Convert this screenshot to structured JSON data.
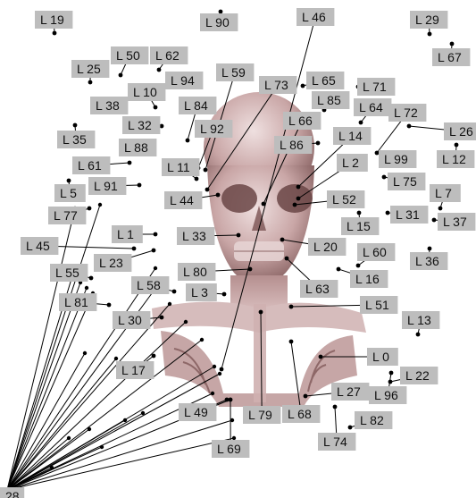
{
  "colors": {
    "background": "#ffffff",
    "label_fill": "#bdbdbd",
    "label_text": "#111111",
    "line": "#000000",
    "skull": "#c9a6a6"
  },
  "image": {
    "name": "ct-head-neck-volume-rendering",
    "icon": "skull-skeleton-render"
  },
  "labels": [
    {
      "id": "L0",
      "text": "L 0"
    },
    {
      "id": "L1",
      "text": "L 1"
    },
    {
      "id": "L2",
      "text": "L 2"
    },
    {
      "id": "L3",
      "text": "L 3"
    },
    {
      "id": "L5",
      "text": "L 5"
    },
    {
      "id": "L7",
      "text": "L 7"
    },
    {
      "id": "L10",
      "text": "L 10"
    },
    {
      "id": "L11",
      "text": "L 11"
    },
    {
      "id": "L12",
      "text": "L 12"
    },
    {
      "id": "L13",
      "text": "L 13"
    },
    {
      "id": "L14",
      "text": "L 14"
    },
    {
      "id": "L15",
      "text": "L 15"
    },
    {
      "id": "L16",
      "text": "L 16"
    },
    {
      "id": "L17",
      "text": "L 17"
    },
    {
      "id": "L19",
      "text": "L 19"
    },
    {
      "id": "L20",
      "text": "L 20"
    },
    {
      "id": "L22",
      "text": "L 22"
    },
    {
      "id": "L23",
      "text": "L 23"
    },
    {
      "id": "L25",
      "text": "L 25"
    },
    {
      "id": "L26",
      "text": "L 26"
    },
    {
      "id": "L27",
      "text": "L 27"
    },
    {
      "id": "L28",
      "text": "28"
    },
    {
      "id": "L29",
      "text": "L 29"
    },
    {
      "id": "L30",
      "text": "L 30"
    },
    {
      "id": "L31",
      "text": "L 31"
    },
    {
      "id": "L32",
      "text": "L 32"
    },
    {
      "id": "L33",
      "text": "L 33"
    },
    {
      "id": "L35",
      "text": "L 35"
    },
    {
      "id": "L36",
      "text": "L 36"
    },
    {
      "id": "L37",
      "text": "L 37"
    },
    {
      "id": "L38",
      "text": "L 38"
    },
    {
      "id": "L44",
      "text": "L 44"
    },
    {
      "id": "L45",
      "text": "L 45"
    },
    {
      "id": "L46",
      "text": "L 46"
    },
    {
      "id": "L49",
      "text": "L 49"
    },
    {
      "id": "L50",
      "text": "L 50"
    },
    {
      "id": "L51",
      "text": "L 51"
    },
    {
      "id": "L52",
      "text": "L 52"
    },
    {
      "id": "L55",
      "text": "L 55"
    },
    {
      "id": "L58",
      "text": "L 58"
    },
    {
      "id": "L59",
      "text": "L 59"
    },
    {
      "id": "L60",
      "text": "L 60"
    },
    {
      "id": "L61",
      "text": "L 61"
    },
    {
      "id": "L62",
      "text": "L 62"
    },
    {
      "id": "L63",
      "text": "L 63"
    },
    {
      "id": "L64",
      "text": "L 64"
    },
    {
      "id": "L65",
      "text": "L 65"
    },
    {
      "id": "L66",
      "text": "L 66"
    },
    {
      "id": "L67",
      "text": "L 67"
    },
    {
      "id": "L68",
      "text": "L 68"
    },
    {
      "id": "L69",
      "text": "L 69"
    },
    {
      "id": "L71",
      "text": "L 71"
    },
    {
      "id": "L72",
      "text": "L 72"
    },
    {
      "id": "L73",
      "text": "L 73"
    },
    {
      "id": "L74",
      "text": "L 74"
    },
    {
      "id": "L75",
      "text": "L 75"
    },
    {
      "id": "L77",
      "text": "L 77"
    },
    {
      "id": "L79",
      "text": "L 79"
    },
    {
      "id": "L80",
      "text": "L 80"
    },
    {
      "id": "L81",
      "text": "L 81"
    },
    {
      "id": "L82",
      "text": "L 82"
    },
    {
      "id": "L84",
      "text": "L 84"
    },
    {
      "id": "L85",
      "text": "L 85"
    },
    {
      "id": "L86",
      "text": "L 86"
    },
    {
      "id": "L88",
      "text": "L 88"
    },
    {
      "id": "L90",
      "text": "L 90"
    },
    {
      "id": "L91",
      "text": "L 91"
    },
    {
      "id": "L92",
      "text": "L 92"
    },
    {
      "id": "L94",
      "text": "L 94"
    },
    {
      "id": "L96",
      "text": "L 96"
    },
    {
      "id": "L99",
      "text": "L 99"
    }
  ]
}
